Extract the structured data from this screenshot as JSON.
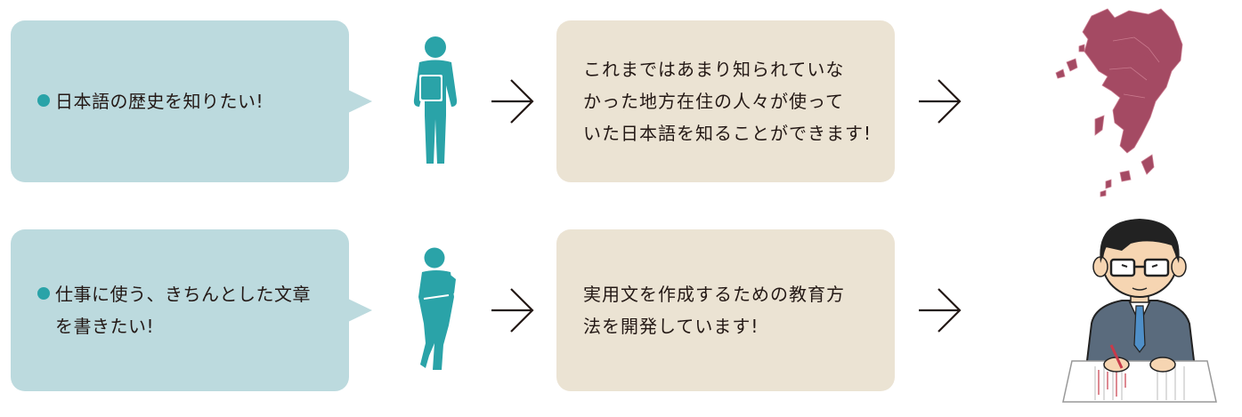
{
  "rows": [
    {
      "question": [
        "日本語の歴史を知りたい!"
      ],
      "answer": [
        "これまではあまり知られていな",
        "かった地方在住の人々が使って",
        "いた日本語を知ることができます!"
      ],
      "person_icon": "person-reading-icon",
      "illustration": "kyushu-map-icon"
    },
    {
      "question": [
        "仕事に使う、きちんとした文章",
        "を書きたい!"
      ],
      "answer": [
        "実用文を作成するための教育方",
        "法を開発しています!"
      ],
      "person_icon": "person-thinking-icon",
      "illustration": "businessman-writing-icon"
    }
  ],
  "colors": {
    "bubble": "#bcdade",
    "answer_box": "#ebe3d3",
    "person": "#2aa3a8",
    "bullet": "#2aa3a8",
    "map": "#a44a63"
  }
}
